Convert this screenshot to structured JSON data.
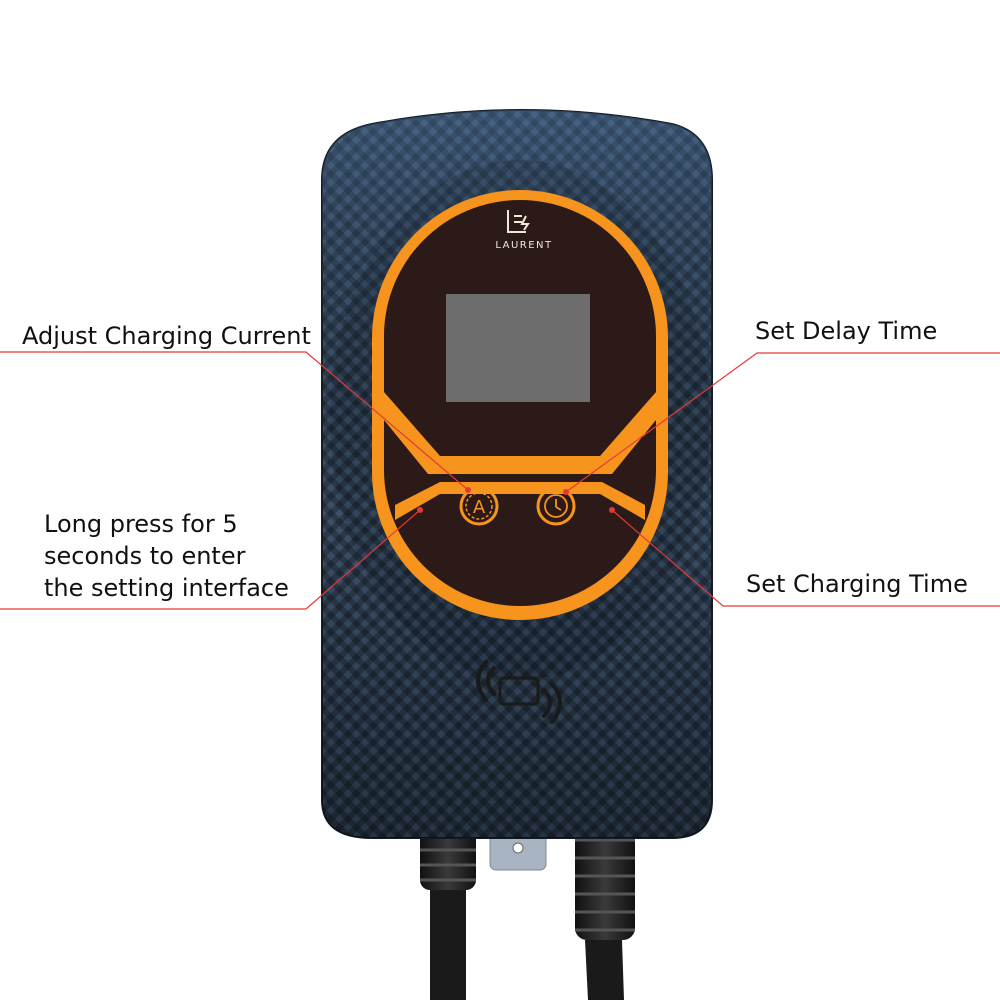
{
  "annotations": {
    "adjust_current": "Adjust Charging Current",
    "long_press": [
      "Long press for 5",
      "seconds to enter",
      "the setting interface"
    ],
    "set_delay": "Set Delay Time",
    "set_charging": "Set Charging Time"
  },
  "device": {
    "brand": "LAURENT",
    "button_current_glyph": "A"
  },
  "colors": {
    "accent": "#f7941d",
    "callout": "#e53935",
    "body": "#2a3848",
    "screen": "#6d6d6d"
  },
  "icons": [
    "laurent-logo-icon",
    "current-a-icon",
    "clock-icon",
    "rfid-card-icon"
  ]
}
